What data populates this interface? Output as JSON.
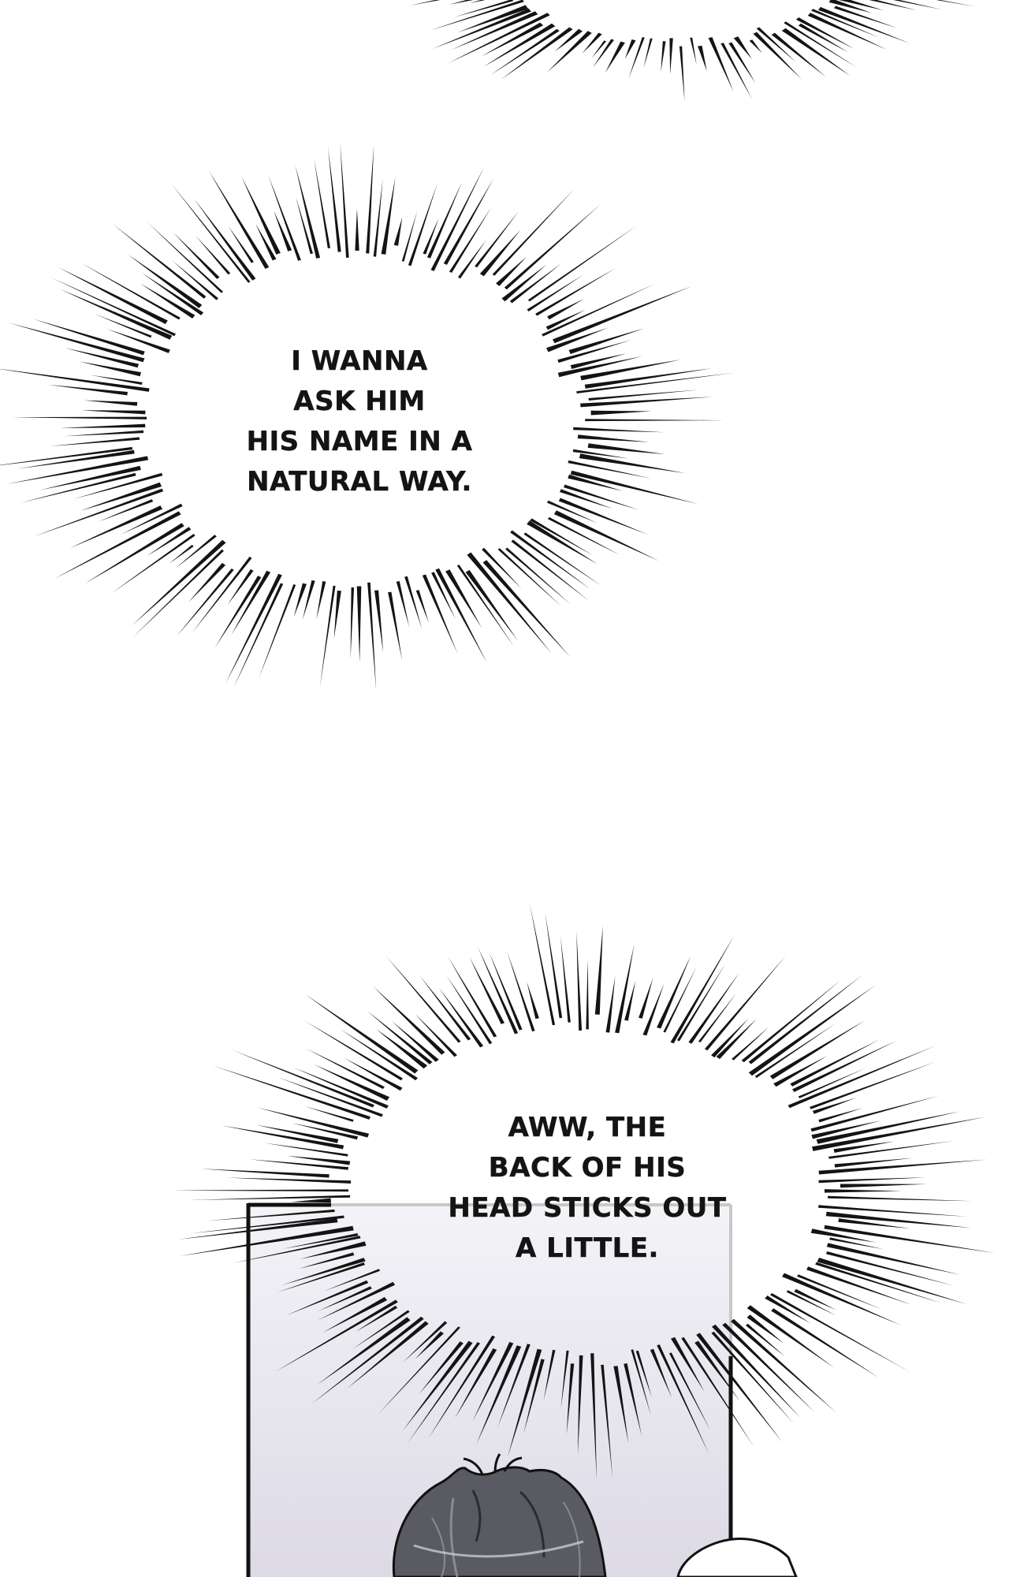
{
  "comic": {
    "panel_1": {
      "thought": [
        "I WANNA",
        "ASK HIM",
        "HIS NAME IN A",
        "NATURAL WAY."
      ]
    },
    "panel_2": {
      "thought": [
        "AWW, THE",
        "BACK OF HIS",
        "HEAD STICKS OUT",
        "A LITTLE."
      ]
    }
  },
  "colors": {
    "ink": "#141414",
    "panel_bg_top": "#f4f3f7",
    "panel_bg_bottom": "#dedbe6",
    "hair": "#56565f"
  },
  "icons": [
    "speed-line-burst",
    "speed-line-burst",
    "speed-line-burst"
  ]
}
